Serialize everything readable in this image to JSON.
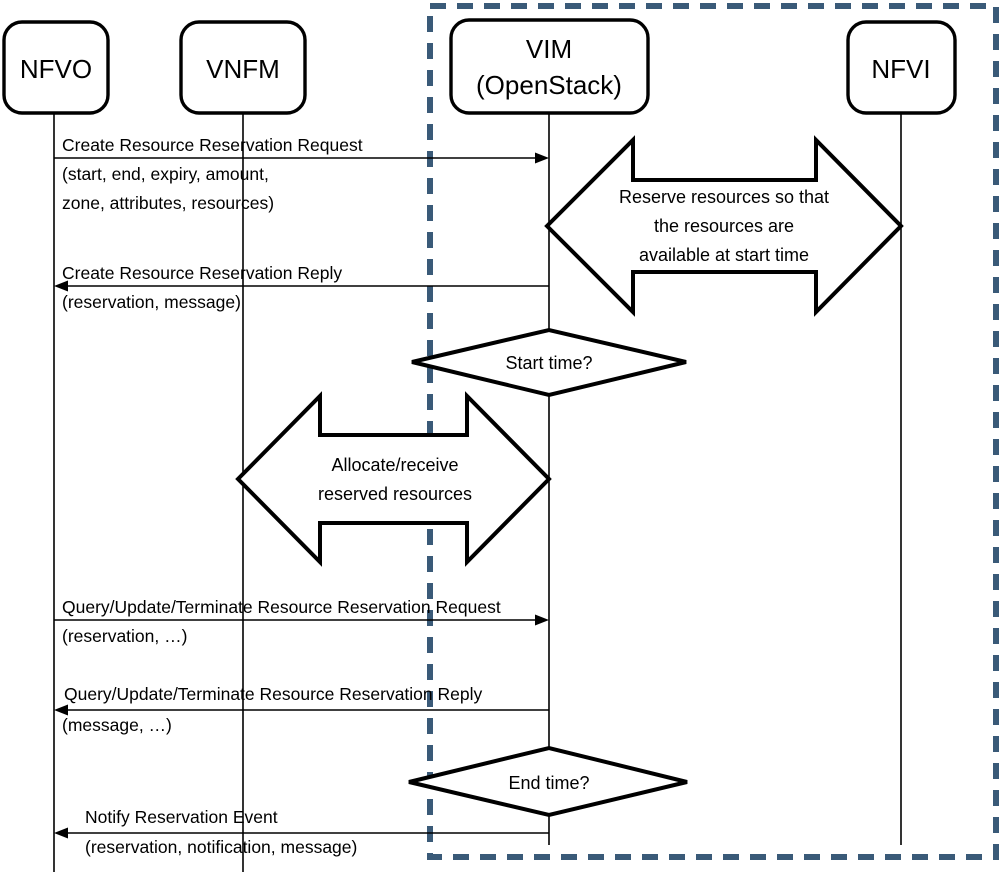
{
  "diagram": {
    "title": "Resource Reservation Sequence Diagram",
    "boundary_label": "",
    "colors": {
      "boundary_dash": "#3A5A78",
      "stroke": "#000000",
      "background": "#FFFFFF"
    }
  },
  "lifelines": [
    {
      "id": "nfvo",
      "label": "NFVO",
      "label2": ""
    },
    {
      "id": "vnfm",
      "label": "VNFM",
      "label2": ""
    },
    {
      "id": "vim",
      "label": "VIM",
      "label2": "(OpenStack)"
    },
    {
      "id": "nfvi",
      "label": "NFVI",
      "label2": ""
    }
  ],
  "messages": [
    {
      "id": "create-request",
      "line1": "Create Resource Reservation Request",
      "line2": "(start, end, expiry, amount,",
      "line3": "zone, attributes, resources)",
      "direction": "right",
      "from": "NFVO",
      "to": "VIM"
    },
    {
      "id": "create-reply",
      "line1": "Create Resource Reservation Reply",
      "line2": "(reservation, message)",
      "line3": "",
      "direction": "left",
      "from": "VIM",
      "to": "NFVO"
    },
    {
      "id": "query-request",
      "line1": "Query/Update/Terminate  Resource Reservation Request",
      "line2": "(reservation, …)",
      "line3": "",
      "direction": "right",
      "from": "NFVO",
      "to": "VIM"
    },
    {
      "id": "query-reply",
      "line1": "Query/Update/Terminate  Resource Reservation Reply",
      "line2": "(message, …)",
      "line3": "",
      "direction": "left",
      "from": "VIM",
      "to": "NFVO"
    },
    {
      "id": "notify-event",
      "line1": "Notify Reservation Event",
      "line2": "(reservation, notification, message)",
      "line3": "",
      "direction": "left",
      "from": "VIM",
      "to": "NFVO"
    }
  ],
  "block_arrows": [
    {
      "id": "reserve-resources",
      "line1": "Reserve resources so that",
      "line2": "the resources are",
      "line3": "available at start time",
      "between": "VIM - NFVI"
    },
    {
      "id": "allocate-resources",
      "line1": "Allocate/receive",
      "line2": "reserved resources",
      "line3": "",
      "between": "VNFM - VIM"
    }
  ],
  "decisions": [
    {
      "id": "start-time",
      "label": "Start time?"
    },
    {
      "id": "end-time",
      "label": "End time?"
    }
  ]
}
